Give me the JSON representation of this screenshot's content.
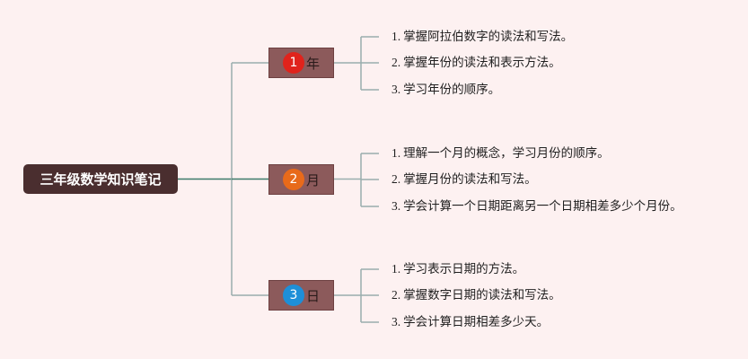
{
  "colors": {
    "background": "#fdf1f1",
    "root": "#4a2e2f",
    "branch": "#8c5a5b",
    "connector_root": "#3d7a6a",
    "connector_leaf": "#9aaeae"
  },
  "root": {
    "label": "三年级数学知识笔记"
  },
  "branches": [
    {
      "number": "1",
      "label": "年",
      "badge_color": "#e0231c",
      "items": [
        {
          "num": "1.",
          "text": "掌握阿拉伯数字的读法和写法。"
        },
        {
          "num": "2.",
          "text": "掌握年份的读法和表示方法。"
        },
        {
          "num": "3.",
          "text": "学习年份的顺序。"
        }
      ]
    },
    {
      "number": "2",
      "label": "月",
      "badge_color": "#e86a1a",
      "items": [
        {
          "num": "1.",
          "text": "理解一个月的概念，学习月份的顺序。"
        },
        {
          "num": "2.",
          "text": "掌握月份的读法和写法。"
        },
        {
          "num": "3.",
          "text": "学会计算一个日期距离另一个日期相差多少个月份。"
        }
      ]
    },
    {
      "number": "3",
      "label": "日",
      "badge_color": "#1e8fd8",
      "items": [
        {
          "num": "1.",
          "text": "学习表示日期的方法。"
        },
        {
          "num": "2.",
          "text": "掌握数字日期的读法和写法。"
        },
        {
          "num": "3.",
          "text": "学会计算日期相差多少天。"
        }
      ]
    }
  ]
}
